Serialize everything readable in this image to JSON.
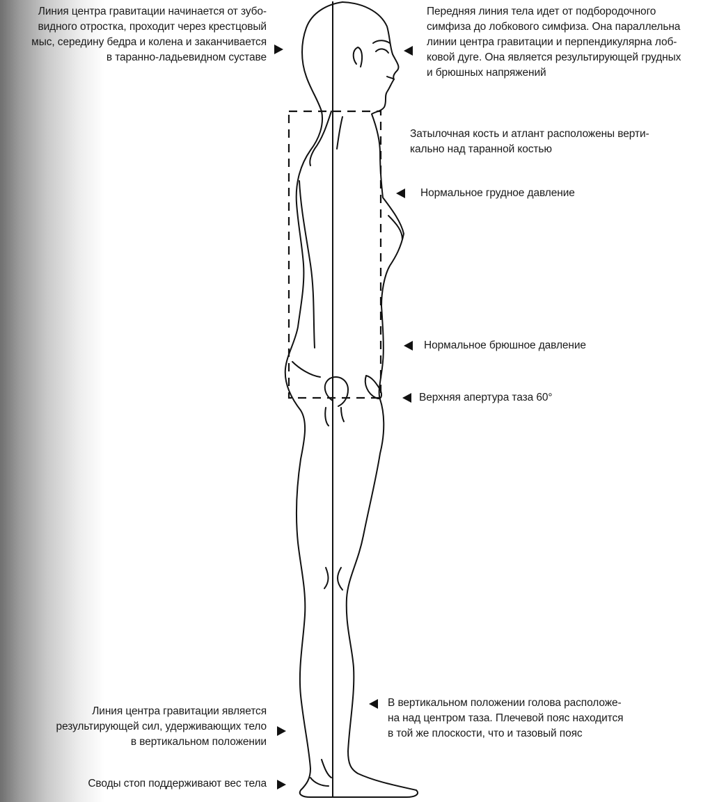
{
  "annotations": {
    "gravity_line_path": {
      "lines": [
        "Линия центра гравитации начинается от зубо-",
        "видного отростка, проходит через крестцовый",
        "мыс, середину бедра и колена и заканчивается",
        "в таранно-ладьевидном суставе"
      ],
      "arrow": "right-pointing-triangle"
    },
    "anterior_line": {
      "lines": [
        "Передняя линия тела идет от подбородочного",
        "симфиза до лобкового симфиза. Она параллельна",
        "линии центра гравитации и перпендикулярна лоб-",
        "ковой дуге. Она является результирующей грудных",
        "и брюшных напряжений"
      ],
      "arrow": "left-pointing-triangle"
    },
    "occiput_atlas": {
      "lines": [
        "Затылочная кость и атлант расположены верти-",
        "кально над таранной костью"
      ]
    },
    "thoracic_pressure": {
      "lines": [
        "Нормальное грудное давление"
      ],
      "arrow": "left-pointing-triangle"
    },
    "abdominal_pressure": {
      "lines": [
        "Нормальное брюшное давление"
      ],
      "arrow": "left-pointing-triangle"
    },
    "pelvic_aperture": {
      "lines": [
        "Верхняя апертура таза 60°"
      ],
      "arrow": "left-pointing-triangle"
    },
    "gravity_resultant": {
      "lines": [
        "Линия центра гравитации является",
        "результирующей сил, удерживающих тело",
        "в вертикальном положении"
      ],
      "arrow": "right-pointing-triangle"
    },
    "head_over_pelvis": {
      "lines": [
        "В вертикальном положении голова расположе-",
        "на над центром таза. Плечевой пояс находится",
        "в той же плоскости, что и тазовый пояс"
      ],
      "arrow": "left-pointing-triangle"
    },
    "foot_arches": {
      "lines": [
        "Своды стоп поддерживают вес тела"
      ],
      "arrow": "right-pointing-triangle"
    }
  },
  "figure": {
    "subject": "standing-human-side-profile",
    "gravity_line": "vertical-solid-line",
    "trunk_box": "dashed-rectangle",
    "stroke_color": "#111111"
  }
}
